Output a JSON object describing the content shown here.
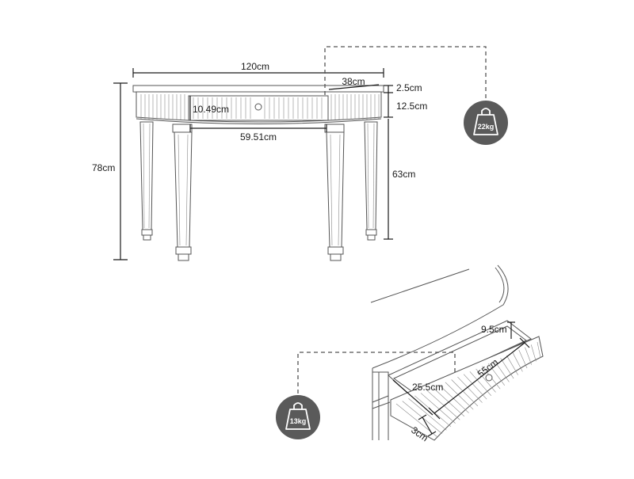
{
  "table": {
    "width": "120cm",
    "depth": "38cm",
    "top_thickness": "2.5cm",
    "apron_height": "12.5cm",
    "drawer_front_height": "10.49cm",
    "drawer_front_width": "59.51cm",
    "total_height": "78cm",
    "leg_height": "63cm",
    "weight": "22kg"
  },
  "drawer": {
    "height": "9.5cm",
    "length": "55cm",
    "width": "25.5cm",
    "thickness": "3cm",
    "weight": "13kg"
  },
  "colors": {
    "badge": "#5a5a5a",
    "lines": "#1a1a1a",
    "furniture": "#555555"
  },
  "icons": {
    "weight": "weight-icon"
  }
}
